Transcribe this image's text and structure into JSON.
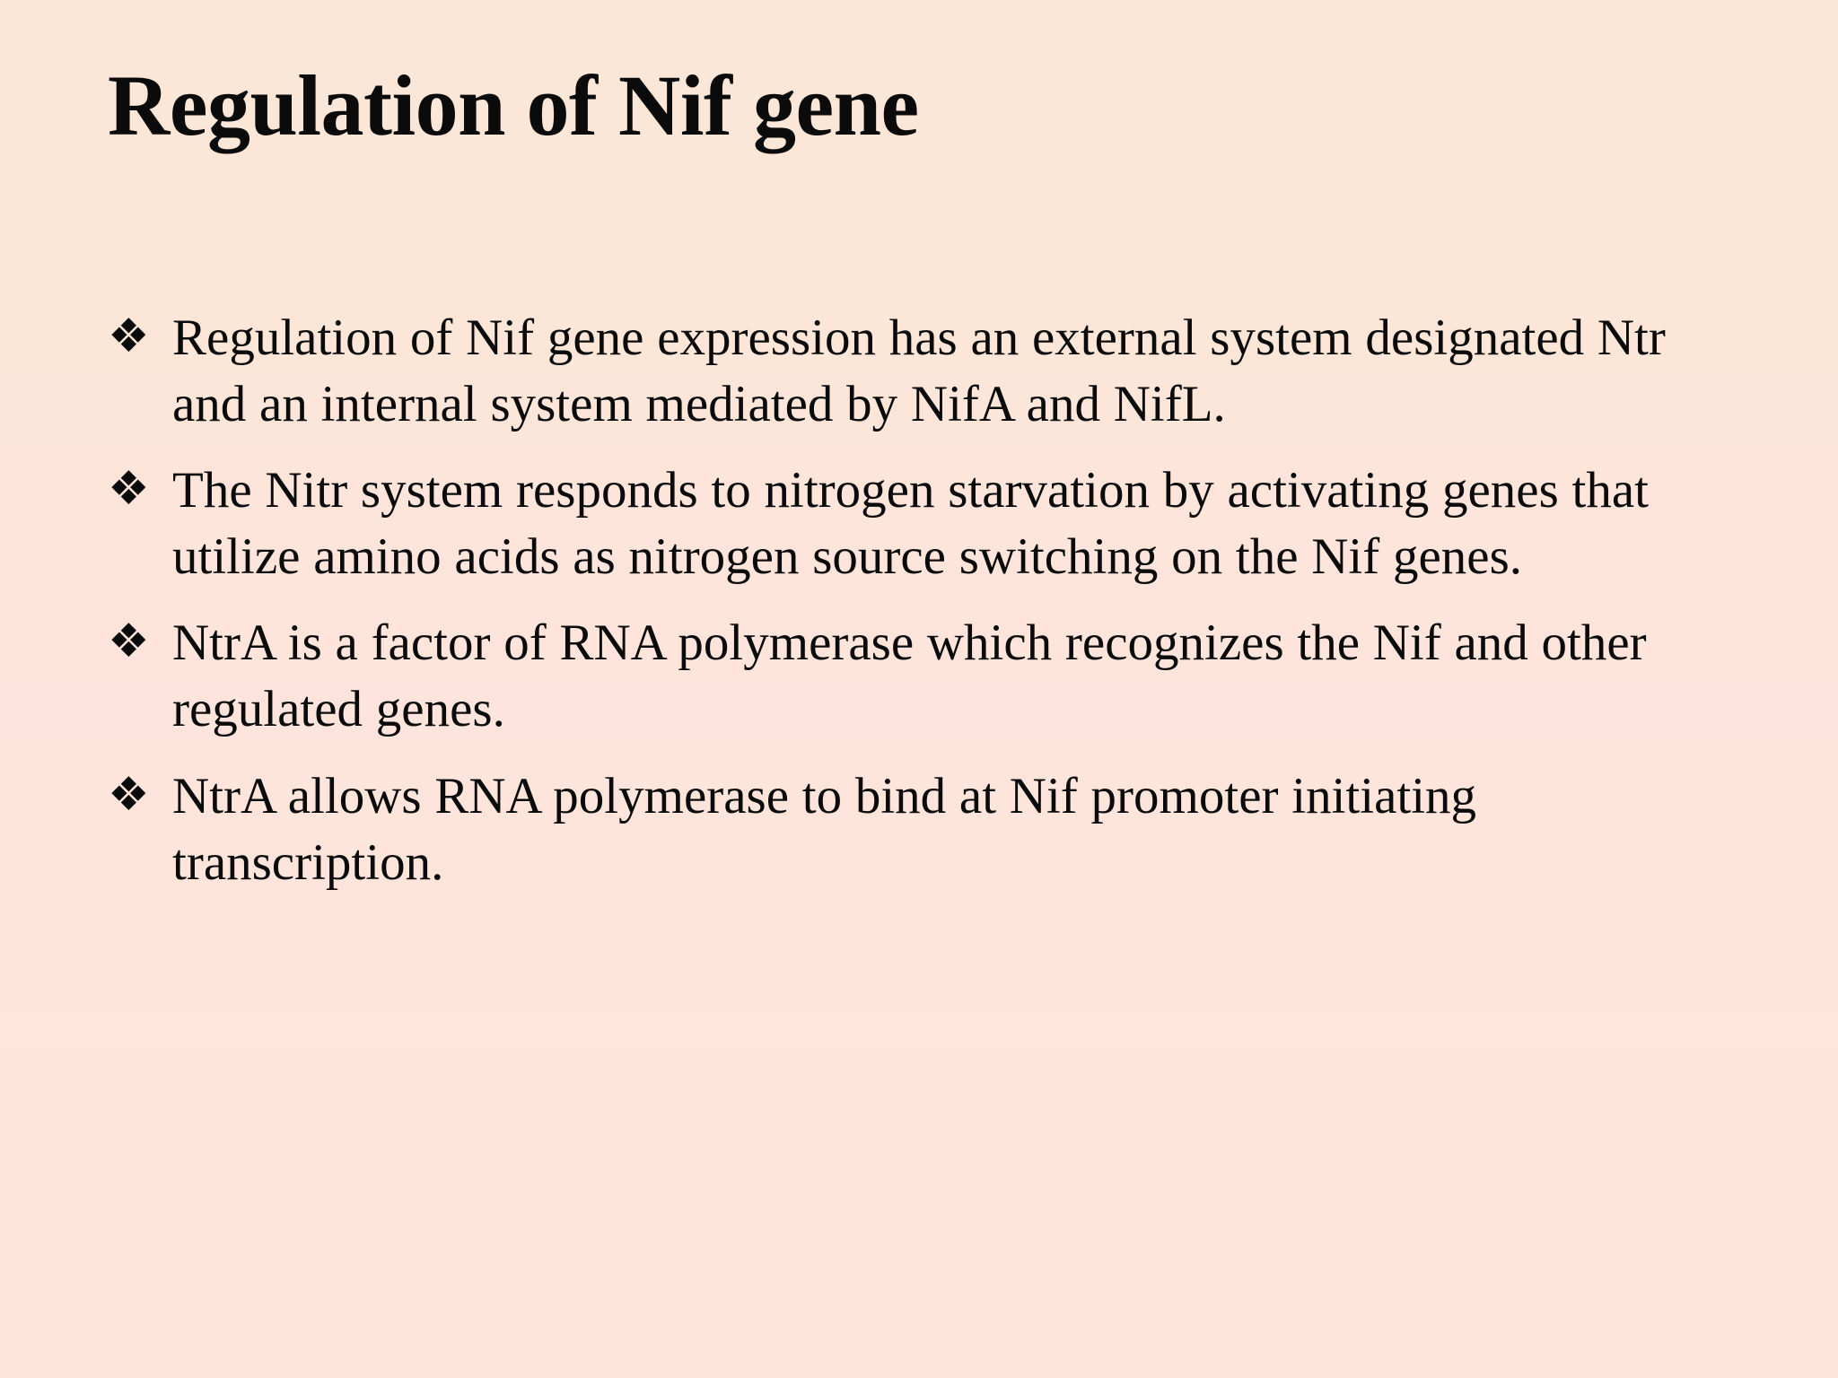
{
  "slide": {
    "title": "Regulation of Nif gene",
    "background_top_color": "#FBE7D8",
    "background_bottom_color": "#FEE5DC",
    "text_color": "#0B0B0B",
    "bullet_glyph_name": "diamond-cluster-bullet-icon",
    "bullet_glyph": "❖",
    "bullets": [
      {
        "text": "Regulation of Nif gene expression has an external system designated Ntr and an internal system mediated by NifA and NifL."
      },
      {
        "text": "The Nitr system responds to nitrogen starvation by activating genes that utilize amino acids as nitrogen source switching on the Nif genes."
      },
      {
        "text": "NtrA is a factor of RNA polymerase which recognizes the Nif and other regulated genes."
      },
      {
        "text": "NtrA allows RNA polymerase to bind at Nif promoter initiating transcription."
      }
    ]
  }
}
